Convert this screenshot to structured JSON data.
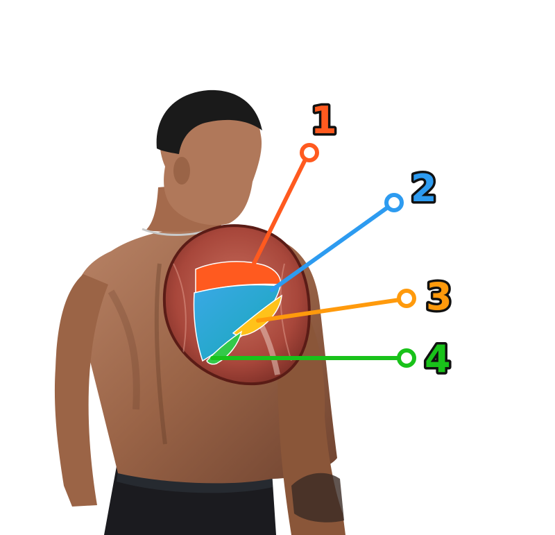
{
  "figure": {
    "subject": "person-back-shoulder",
    "callouts": [
      {
        "id": "1",
        "label": "1",
        "color": "#ff5a1f"
      },
      {
        "id": "2",
        "label": "2",
        "color": "#2d9bf0"
      },
      {
        "id": "3",
        "label": "3",
        "color": "#ff9a0c"
      },
      {
        "id": "4",
        "label": "4",
        "color": "#19c21a"
      }
    ]
  }
}
